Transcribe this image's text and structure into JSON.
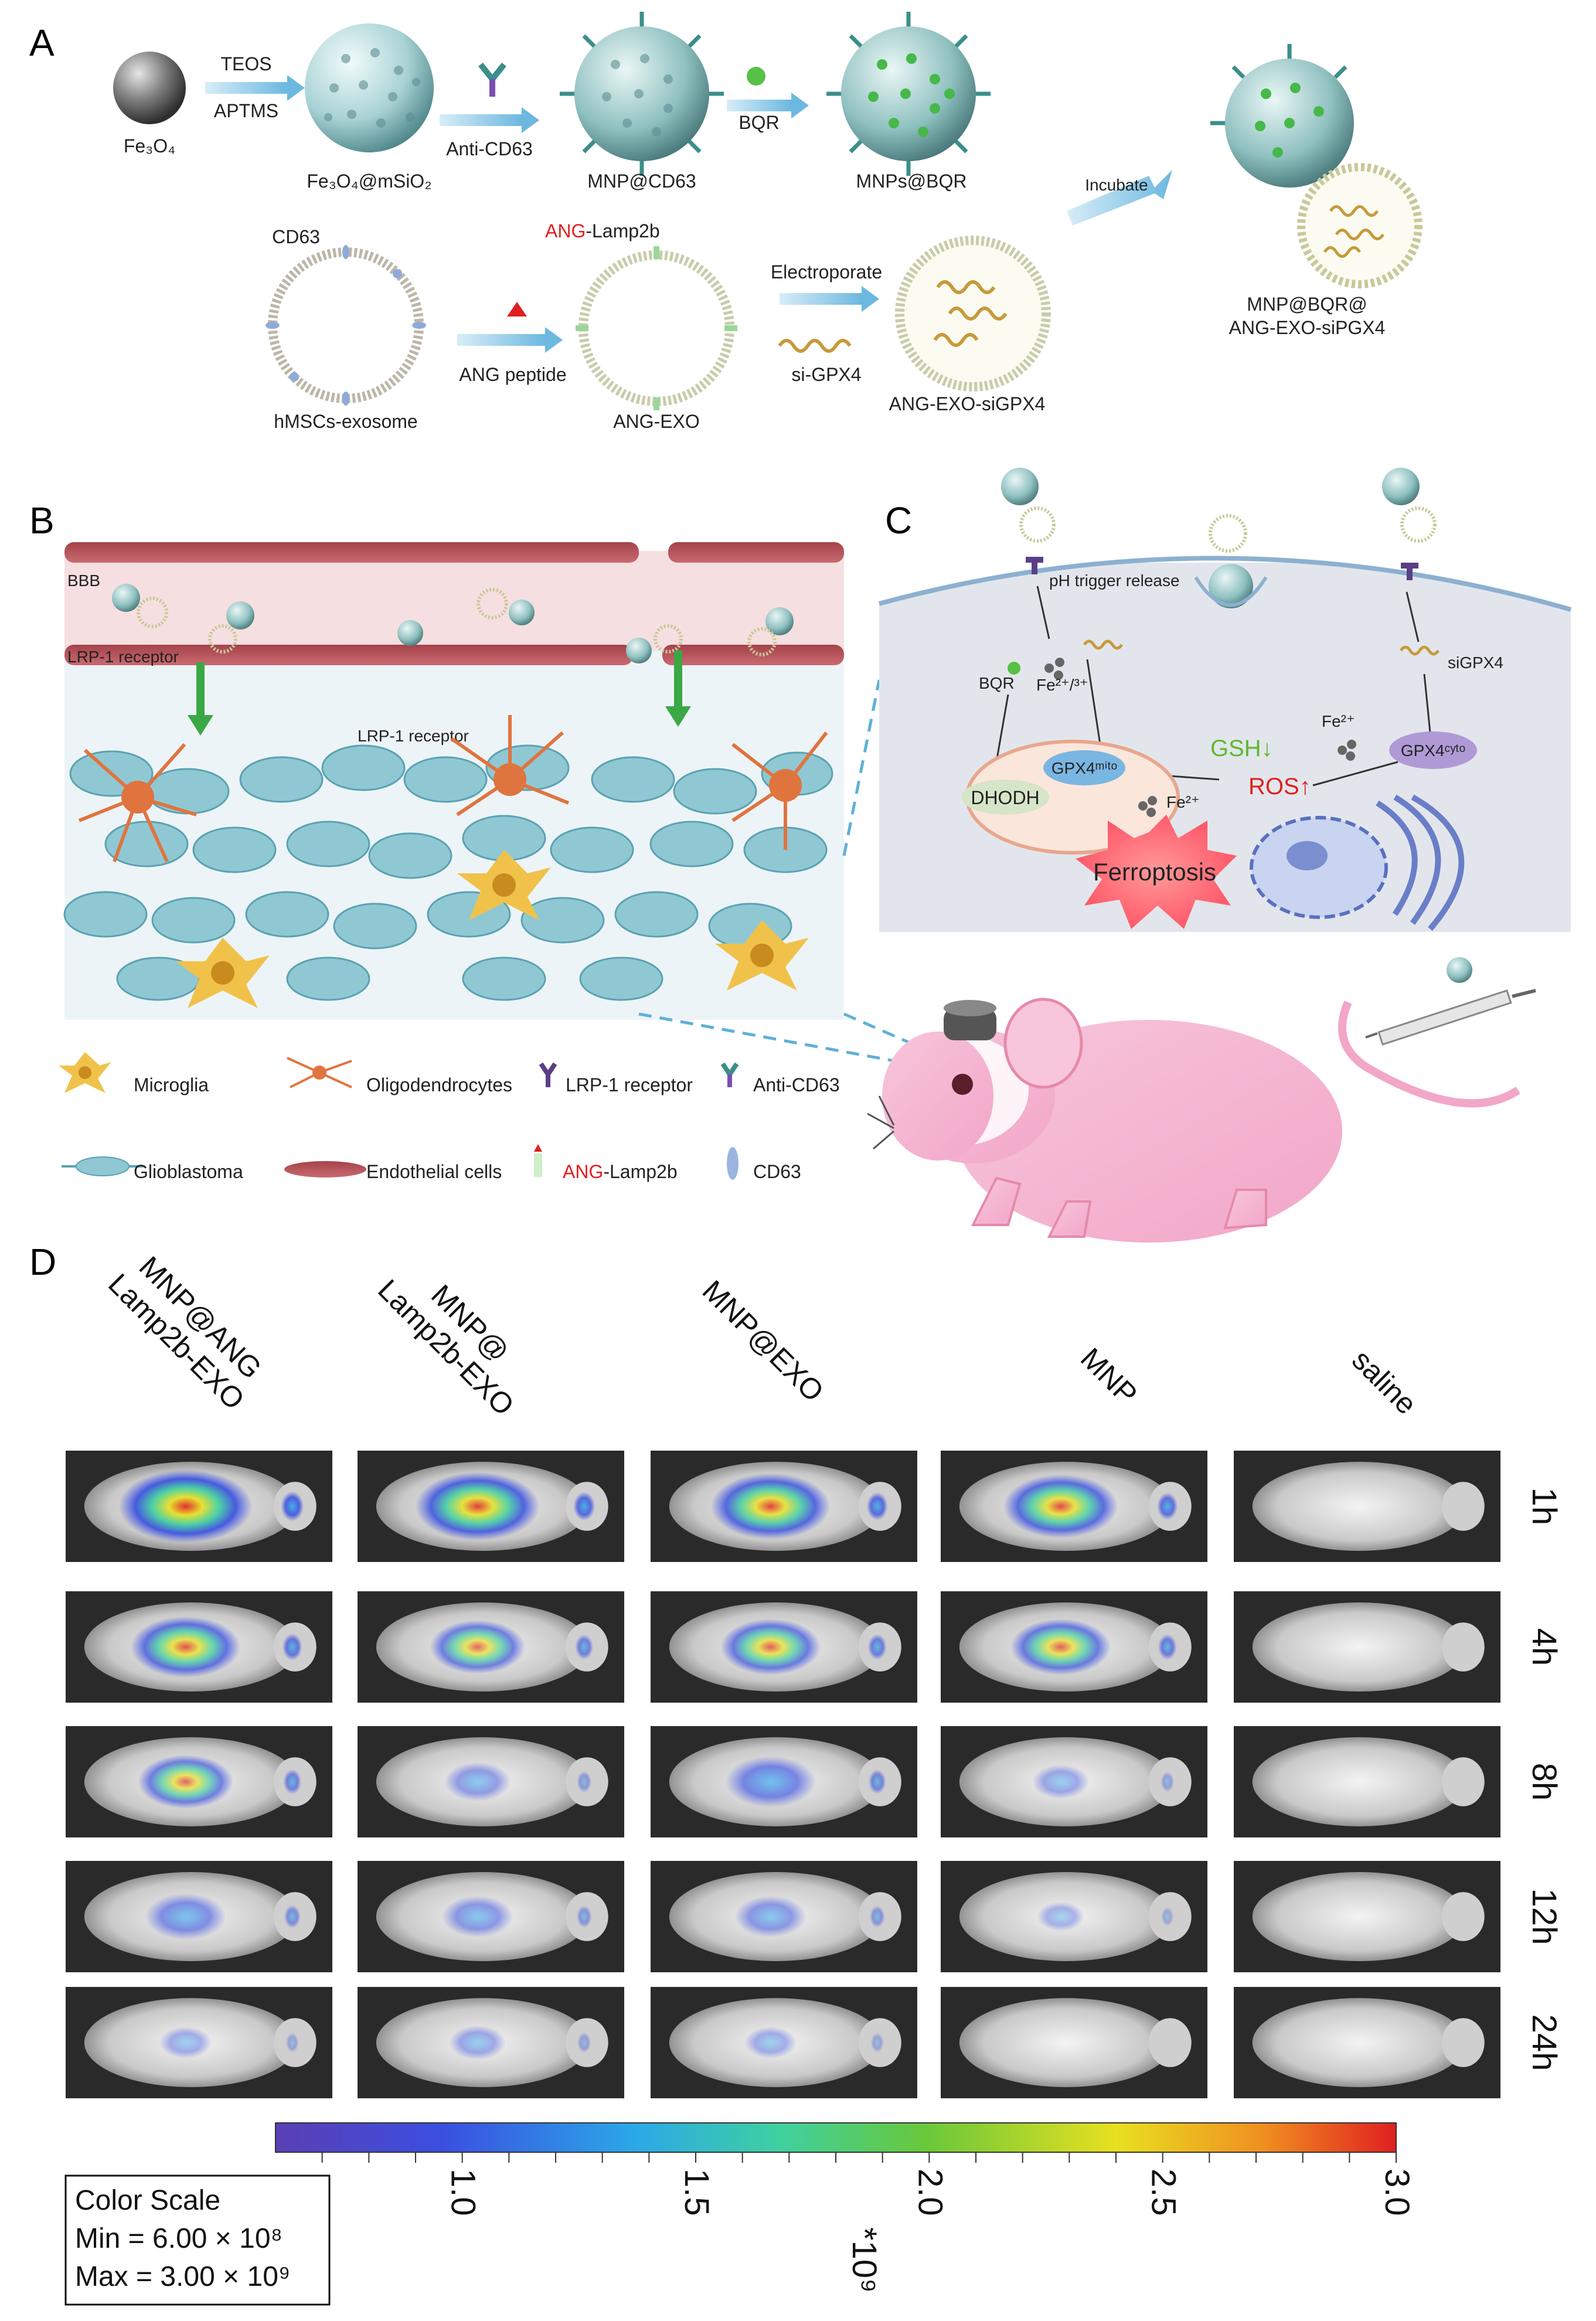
{
  "panels": {
    "a": "A",
    "b": "B",
    "c": "C",
    "d": "D"
  },
  "panel_a": {
    "fe3o4": "Fe₃O₄",
    "teos": "TEOS",
    "aptms": "APTMS",
    "fe3o4_msio2": "Fe₃O₄@mSiO₂",
    "anti_cd63": "Anti-CD63",
    "mnp_cd63": "MNP@CD63",
    "bqr": "BQR",
    "mnps_bqr": "MNPs@BQR",
    "incubate": "Incubate",
    "product_line1": "MNP@BQR@",
    "product_line2": "ANG-EXO-siPGX4",
    "cd63": "CD63",
    "ang_prefix": "ANG",
    "lamp2b_suffix": "-Lamp2b",
    "ang_peptide": "ANG peptide",
    "hmscs_exosome": "hMSCs-exosome",
    "ang_exo": "ANG-EXO",
    "electroporate": "Electroporate",
    "si_gpx4": "si-GPX4",
    "ang_exo_sigpx4": "ANG-EXO-siGPX4"
  },
  "panel_b": {
    "bbb": "BBB",
    "lrp1_left": "LRP-1 receptor",
    "lrp1_mid": "LRP-1 receptor",
    "legend": {
      "microglia": "Microglia",
      "oligodendrocytes": "Oligodendrocytes",
      "lrp1_receptor": "LRP-1 receptor",
      "anti_cd63": "Anti-CD63",
      "glioblastoma": "Glioblastoma",
      "endothelial": "Endothelial cells",
      "ang": "ANG",
      "lamp2b": "-Lamp2b",
      "cd63": "CD63"
    }
  },
  "panel_c": {
    "ph_trigger": "pH trigger release",
    "bqr": "BQR",
    "fe_23": "Fe²⁺/³⁺",
    "sigpx4": "siGPX4",
    "fe2_a": "Fe²⁺",
    "fe2_b": "Fe²⁺",
    "gsh": "GSH↓",
    "ros": "ROS↑",
    "gpx4_mito": "GPX4ᵐⁱᵗᵒ",
    "gpx4_cyto": "GPX4ᶜʸᵗᵒ",
    "dhodh": "DHODH",
    "ferroptosis": "Ferroptosis"
  },
  "panel_d": {
    "columns": [
      {
        "line1": "MNP@ANG",
        "line2": "Lamp2b-EXO"
      },
      {
        "line1": "MNP@",
        "line2": "Lamp2b-EXO"
      },
      {
        "line1": "MNP@EXO",
        "line2": ""
      },
      {
        "line1": "MNP",
        "line2": ""
      },
      {
        "line1": "saline",
        "line2": ""
      }
    ],
    "timepoints": [
      "1h",
      "4h",
      "8h",
      "12h",
      "24h"
    ],
    "signal_level": [
      [
        0.95,
        0.85,
        0.8,
        0.75,
        0.0
      ],
      [
        0.7,
        0.55,
        0.6,
        0.6,
        0.0
      ],
      [
        0.55,
        0.25,
        0.5,
        0.15,
        0.0
      ],
      [
        0.4,
        0.3,
        0.3,
        0.05,
        0.0
      ],
      [
        0.1,
        0.15,
        0.1,
        0.0,
        0.0
      ]
    ],
    "colorbar": {
      "ticks": [
        "1.0",
        "1.5",
        "2.0",
        "2.5",
        "3.0"
      ],
      "multiplier": "*10⁹",
      "colors": [
        "#5b3fb5",
        "#3a4fe0",
        "#2ba8e8",
        "#3fd0a0",
        "#68c83a",
        "#e8e020",
        "#f09020",
        "#e02020"
      ]
    },
    "scale": {
      "title": "Color Scale",
      "min": "Min = 6.00 × 10⁸",
      "max": "Max = 3.00 × 10⁹"
    }
  }
}
